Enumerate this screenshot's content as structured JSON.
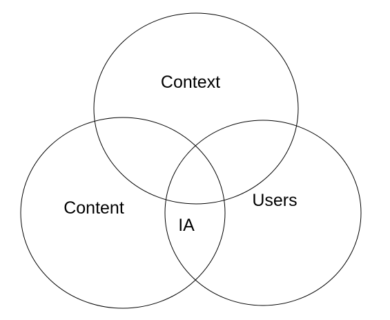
{
  "diagram": {
    "sets": [
      {
        "label": "Context"
      },
      {
        "label": "Content"
      },
      {
        "label": "Users"
      }
    ],
    "intersection_label": "IA",
    "colors": {
      "stroke": "#000000",
      "text": "#000000",
      "background": "#ffffff"
    }
  }
}
